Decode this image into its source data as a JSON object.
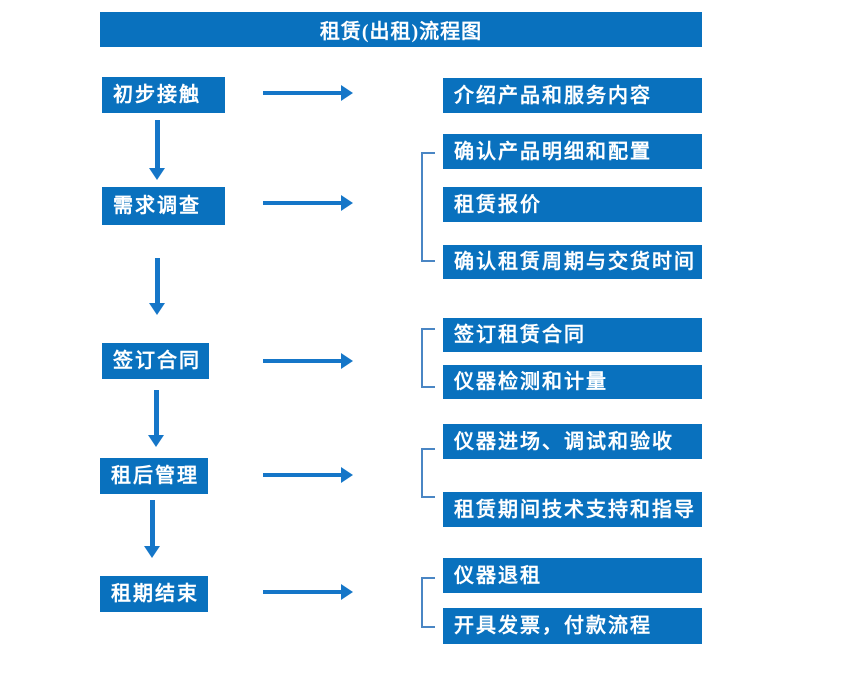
{
  "title": "租赁(出租)流程图",
  "colors": {
    "box_blue": "#0971BE",
    "arrow_blue": "#1576C8",
    "bracket_blue": "#4A86C4",
    "text_white": "#FFFFFF"
  },
  "stages": [
    "初步接触",
    "需求调查",
    "签订合同",
    "租后管理",
    "租期结束"
  ],
  "details": [
    "介绍产品和服务内容",
    "确认产品明细和配置",
    "租赁报价",
    "确认租赁周期与交货时间",
    "签订租赁合同",
    "仪器检测和计量",
    "仪器进场、调试和验收",
    "租赁期间技术支持和指导",
    "仪器退租",
    "开具发票，付款流程"
  ]
}
